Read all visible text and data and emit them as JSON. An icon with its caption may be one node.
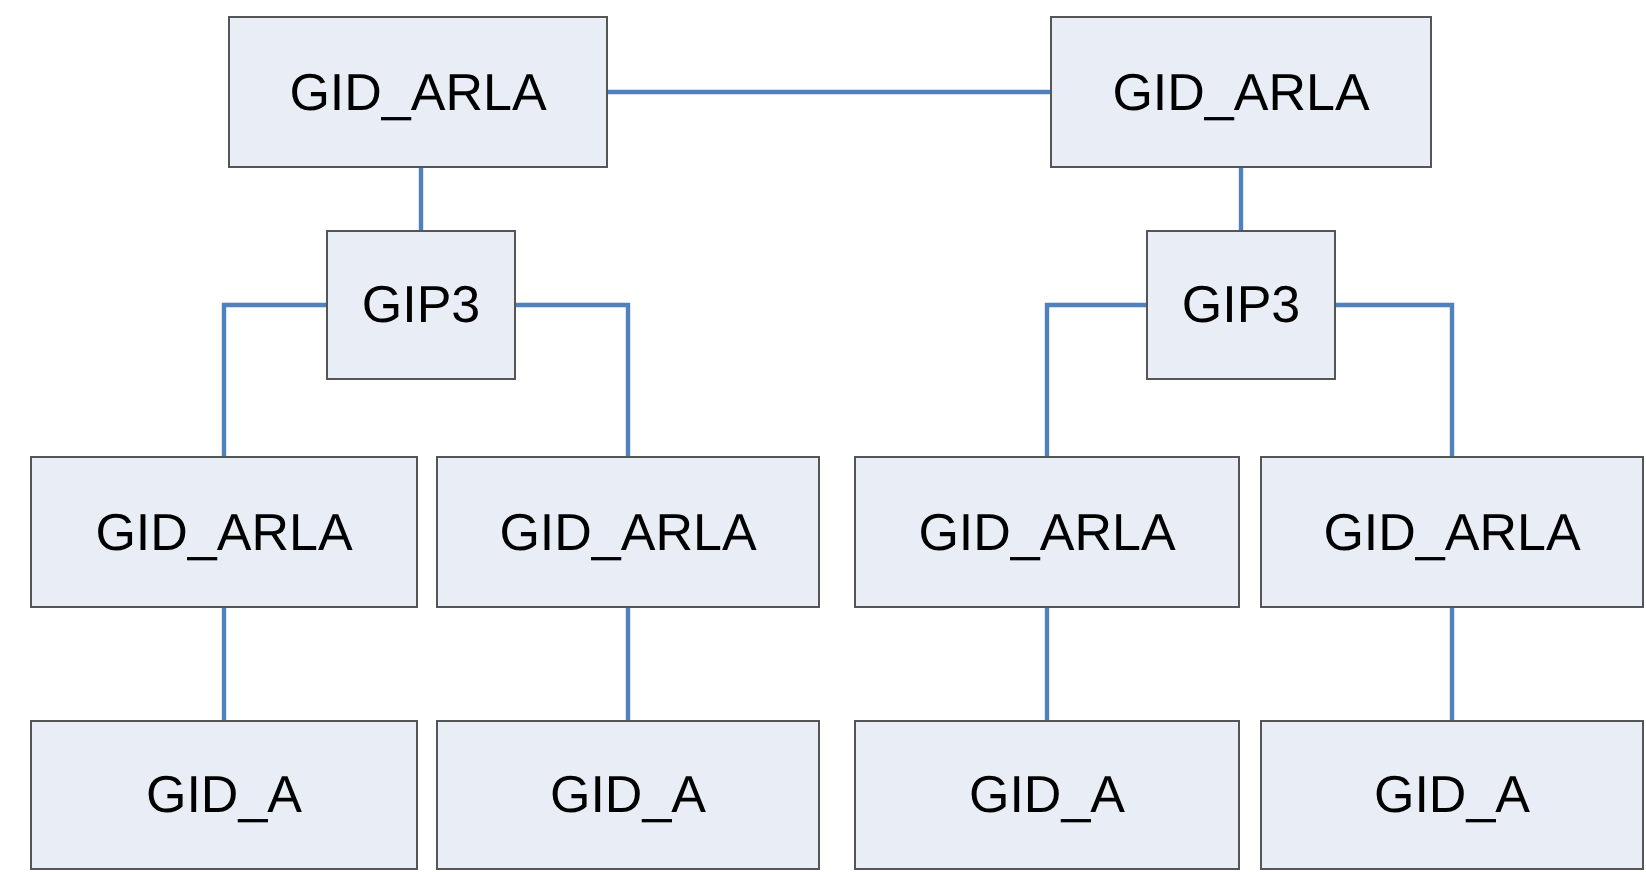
{
  "diagram": {
    "nodes": [
      {
        "text": [
          "GID_ARLA"
        ]
      },
      {
        "text": [
          "GID_ARLA"
        ]
      },
      {
        "text": [
          "GIP3"
        ]
      },
      {
        "text": [
          "GIP3"
        ]
      },
      {
        "text": [
          "GID_ARLA"
        ]
      },
      {
        "text": [
          "GID_ARLA"
        ]
      },
      {
        "text": [
          "GID_ARLA"
        ]
      },
      {
        "text": [
          "GID_ARLA"
        ]
      },
      {
        "text": [
          "GID_A"
        ]
      },
      {
        "text": [
          "GID_A"
        ]
      },
      {
        "text": [
          "GID_A"
        ]
      },
      {
        "text": [
          "GID_A"
        ]
      }
    ],
    "edges": [
      {
        "from": 0,
        "to": 1,
        "arrow": "none"
      },
      {
        "from": 0,
        "to": 2,
        "arrow": "none"
      },
      {
        "from": 1,
        "to": 3,
        "arrow": "none"
      },
      {
        "from": 2,
        "to": 4,
        "arrow": "none"
      },
      {
        "from": 2,
        "to": 5,
        "arrow": "none"
      },
      {
        "from": 3,
        "to": 6,
        "arrow": "none"
      },
      {
        "from": 3,
        "to": 7,
        "arrow": "none"
      },
      {
        "from": 4,
        "to": 8,
        "arrow": "none"
      },
      {
        "from": 5,
        "to": 9,
        "arrow": "none"
      },
      {
        "from": 6,
        "to": 10,
        "arrow": "none"
      },
      {
        "from": 7,
        "to": 11,
        "arrow": "none"
      }
    ]
  }
}
